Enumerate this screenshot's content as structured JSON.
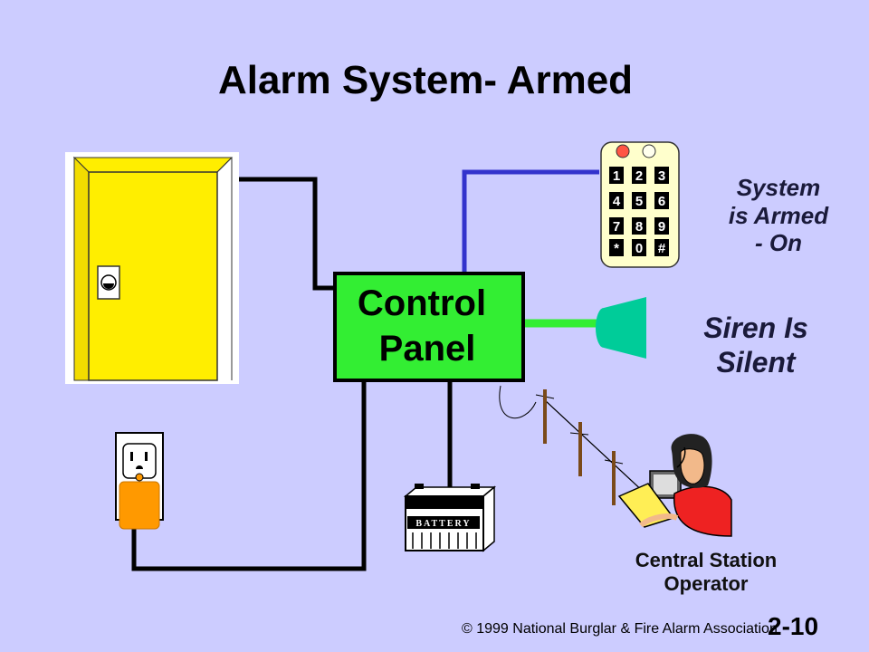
{
  "title": "Alarm System- Armed",
  "control_panel": {
    "line1": "Control",
    "line2": "Panel",
    "color": "#33ee33"
  },
  "keypad": {
    "rows": [
      [
        "1",
        "2",
        "3"
      ],
      [
        "4",
        "5",
        "6"
      ],
      [
        "7",
        "8",
        "9"
      ],
      [
        "*",
        "0",
        "#"
      ]
    ],
    "indicator_colors": [
      "#ff5544",
      "#ffffee"
    ]
  },
  "status_armed": {
    "line1": "System",
    "line2": "is Armed",
    "line3": "- On"
  },
  "status_siren": {
    "line1": "Siren Is",
    "line2": "Silent"
  },
  "battery_label": "BATTERY",
  "operator_label": {
    "line1": "Central Station",
    "line2": "Operator"
  },
  "footer": {
    "copyright": "© 1999 National Burglar & Fire Alarm Association",
    "slide_number": "2-10"
  },
  "colors": {
    "background": "#ccccff",
    "door": "#ffee00",
    "keypad_body": "#ffffcc",
    "keypad_wire": "#3333cc",
    "siren": "#00cc99",
    "siren_wire": "#33ee33",
    "outlet_plug": "#ff9900"
  }
}
